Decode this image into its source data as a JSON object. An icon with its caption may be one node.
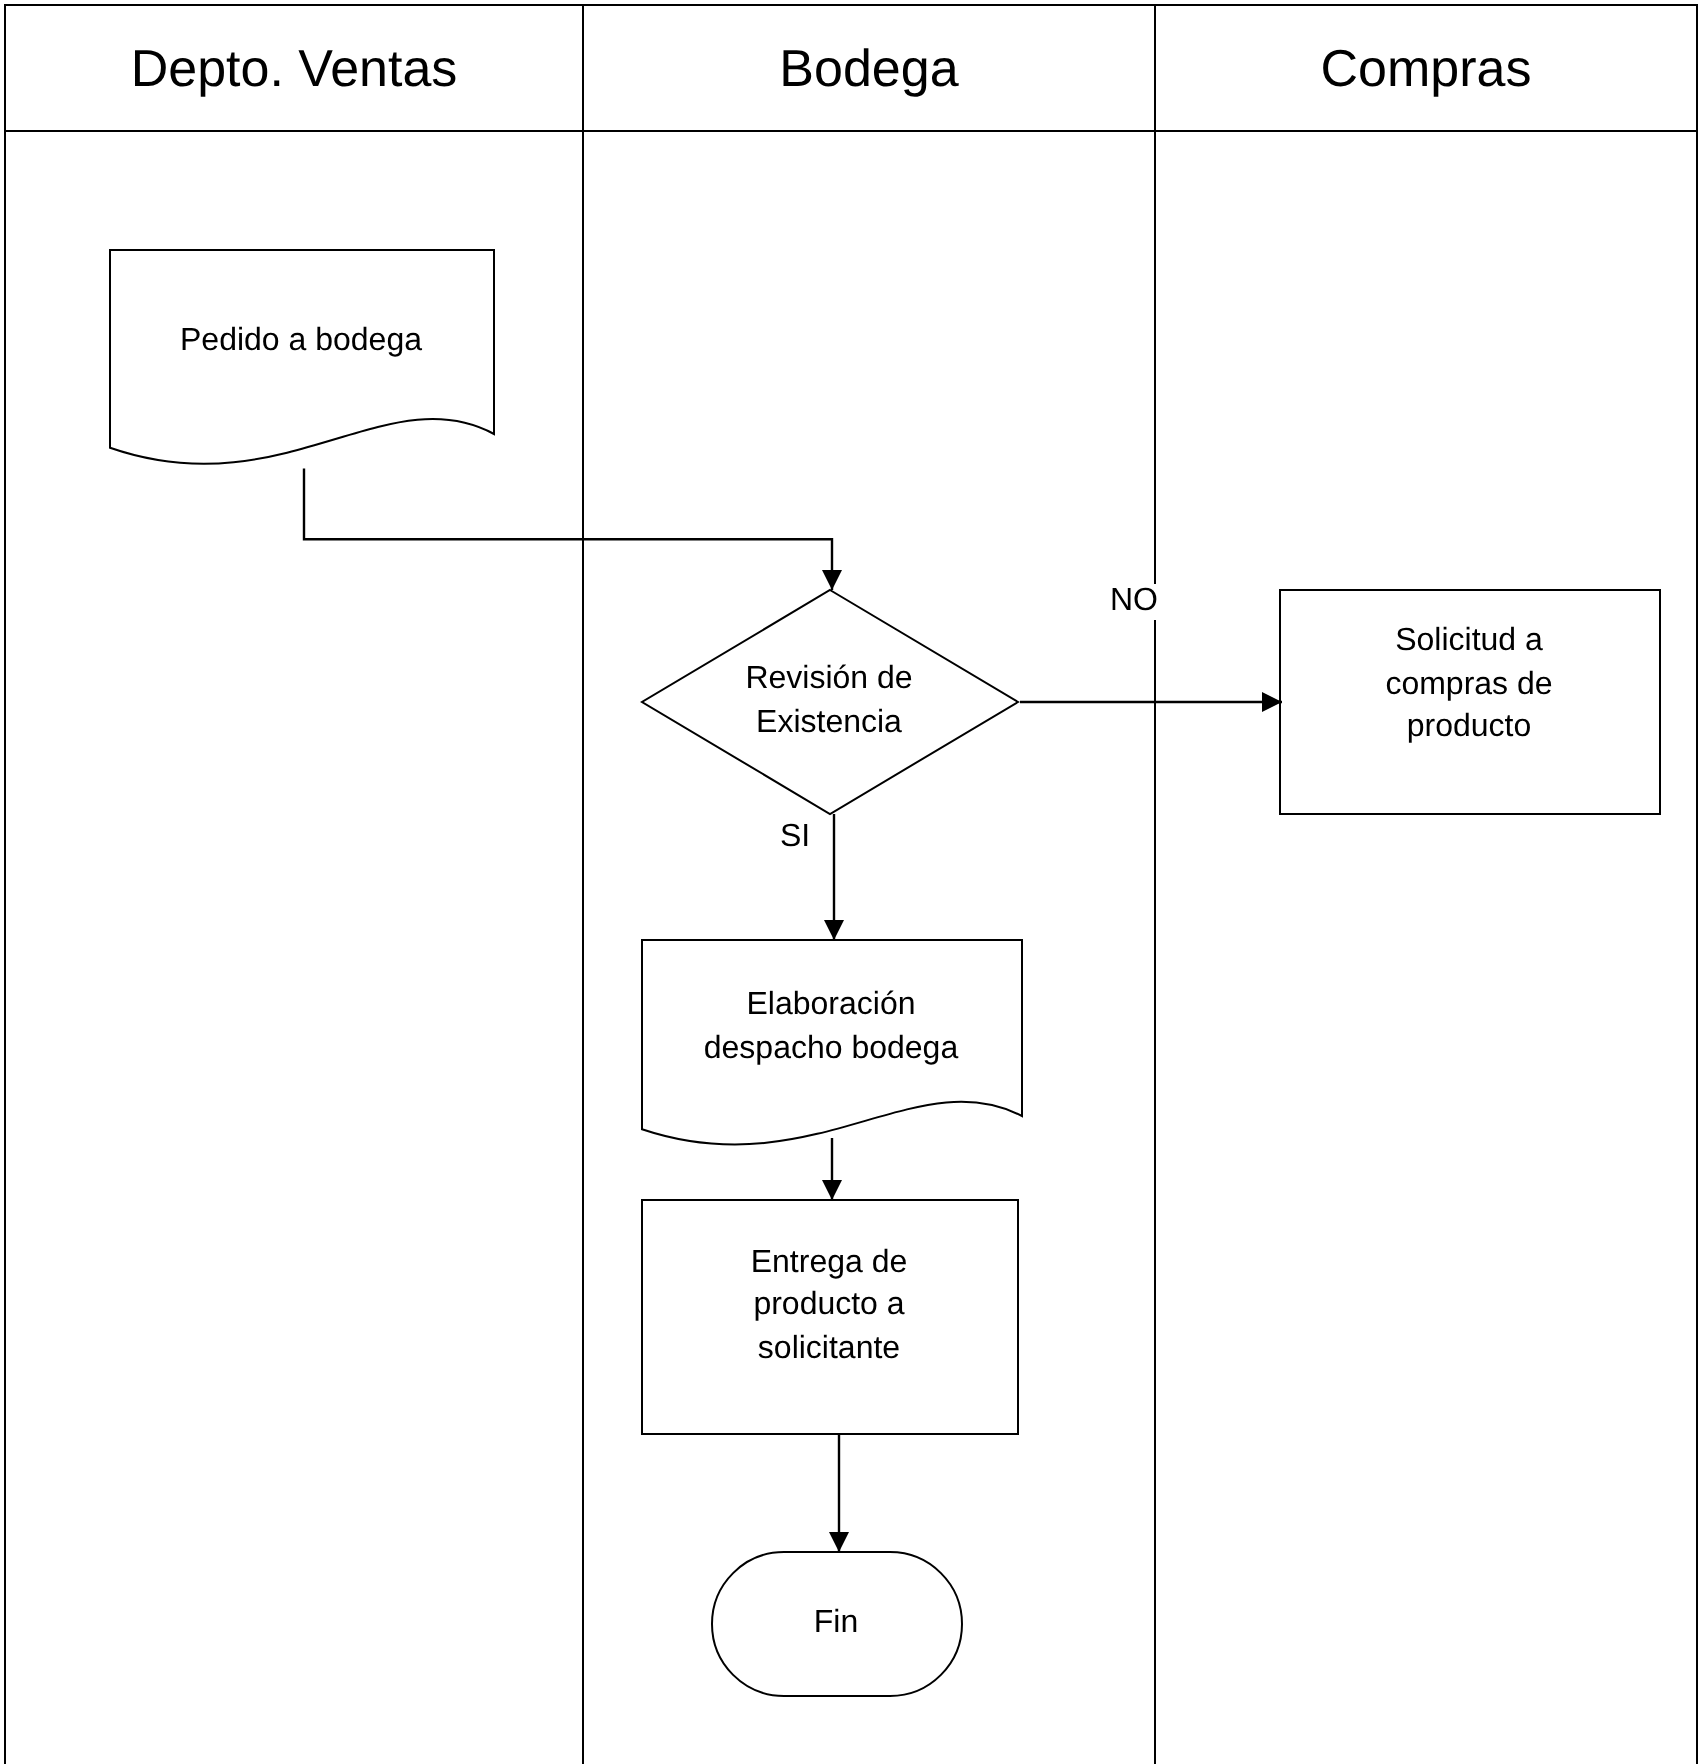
{
  "diagram": {
    "nodes": [
      {
        "text": [
          "Depto. Ventas"
        ]
      },
      {
        "text": [
          "Bodega"
        ]
      },
      {
        "text": [
          "Compras"
        ]
      },
      {
        "text": [
          "Pedido a bodega"
        ],
        "in": 0
      },
      {
        "text": [
          "Revisión de Existencia"
        ],
        "in": 1
      },
      {
        "text": [
          "Solicitud a compras de producto"
        ],
        "in": 2
      },
      {
        "text": [
          "Elaboración despacho bodega"
        ],
        "in": 1
      },
      {
        "text": [
          "Entrega de producto a solicitante"
        ],
        "in": 1
      },
      {
        "text": [
          "Fin"
        ],
        "in": 1
      }
    ],
    "edges": [
      {
        "from": 3,
        "to": 4,
        "arrow": "to"
      },
      {
        "from": 4,
        "to": 5,
        "arrow": "to",
        "label": "NO"
      },
      {
        "from": 4,
        "to": 6,
        "arrow": "to",
        "label": "SI"
      },
      {
        "from": 6,
        "to": 7,
        "arrow": "to"
      },
      {
        "from": 7,
        "to": 8,
        "arrow": "to"
      }
    ]
  }
}
